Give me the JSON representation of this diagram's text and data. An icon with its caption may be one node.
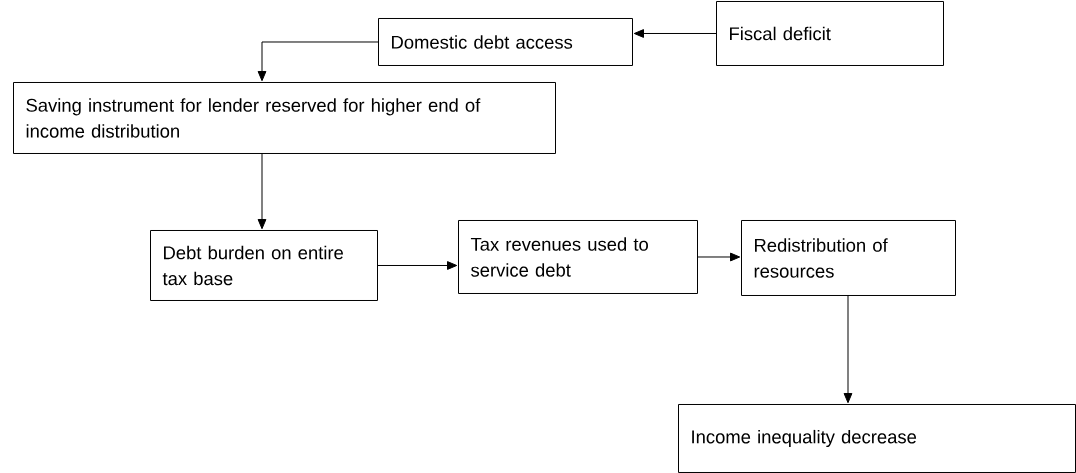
{
  "diagram": {
    "nodes": [
      {
        "text": [
          "Domestic debt access"
        ]
      },
      {
        "text": [
          "Fiscal deficit"
        ]
      },
      {
        "text": [
          "Saving instrument for lender reserved for higher end of income distribution"
        ]
      },
      {
        "text": [
          "Debt burden on entire tax base"
        ]
      },
      {
        "text": [
          "Tax revenues used to service debt"
        ]
      },
      {
        "text": [
          "Redistribution of resources"
        ]
      },
      {
        "text": [
          "Income inequality decrease"
        ]
      }
    ],
    "edges": [
      {
        "from": 1,
        "to": 0,
        "arrow": "to"
      },
      {
        "from": 0,
        "to": 2,
        "arrow": "to"
      },
      {
        "from": 2,
        "to": 3,
        "arrow": "to"
      },
      {
        "from": 3,
        "to": 4,
        "arrow": "to"
      },
      {
        "from": 4,
        "to": 5,
        "arrow": "to"
      },
      {
        "from": 5,
        "to": 6,
        "arrow": "to"
      }
    ]
  }
}
